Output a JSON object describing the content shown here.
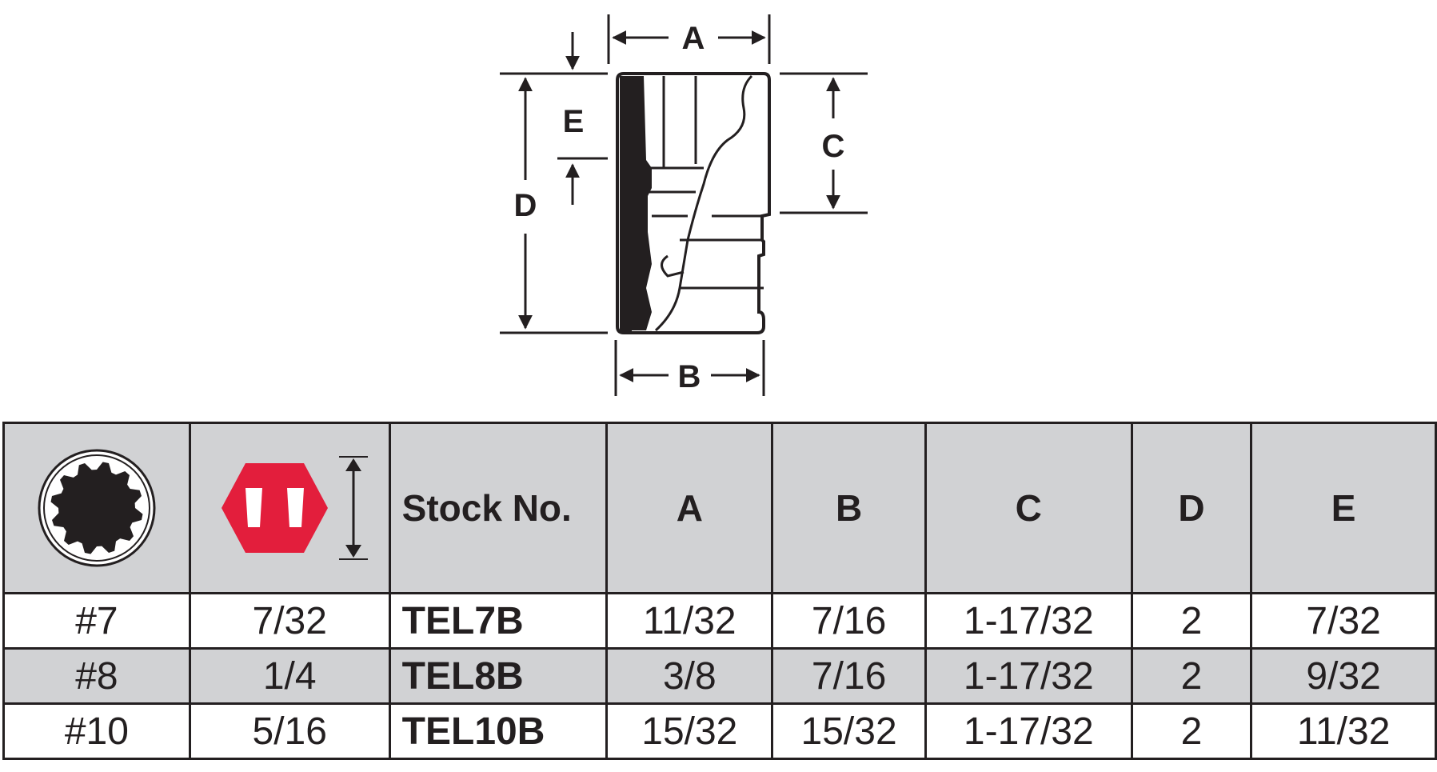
{
  "diagram": {
    "labels": {
      "a": "A",
      "b": "B",
      "c": "C",
      "d": "D",
      "e": "E"
    }
  },
  "table": {
    "header_icons": [
      "twelve-point-socket-icon",
      "hex-size-dimension-icon"
    ],
    "columns": [
      "Stock No.",
      "A",
      "B",
      "C",
      "D",
      "E"
    ],
    "rows": [
      {
        "size": "#7",
        "fraction": "7/32",
        "stock_no": "TEL7B",
        "a": "11/32",
        "b": "7/16",
        "c": "1-17/32",
        "d": "2",
        "e": "7/32"
      },
      {
        "size": "#8",
        "fraction": "1/4",
        "stock_no": "TEL8B",
        "a": "3/8",
        "b": "7/16",
        "c": "1-17/32",
        "d": "2",
        "e": "9/32"
      },
      {
        "size": "#10",
        "fraction": "5/16",
        "stock_no": "TEL10B",
        "a": "15/32",
        "b": "15/32",
        "c": "1-17/32",
        "d": "2",
        "e": "11/32"
      }
    ]
  },
  "colors": {
    "header_bg": "#d1d2d4",
    "accent_red": "#e31e3c",
    "ink": "#231f20"
  }
}
